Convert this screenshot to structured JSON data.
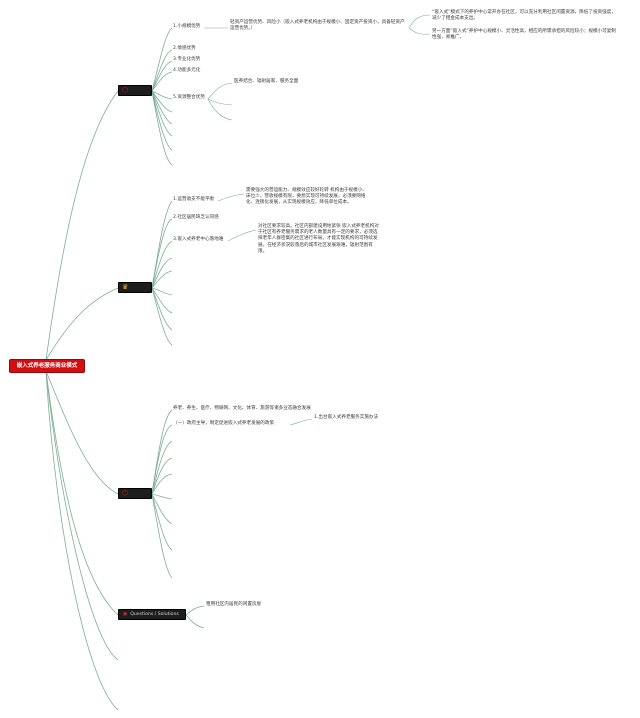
{
  "root": {
    "label": "嵌入式养老服务商业模式"
  },
  "branches": [
    {
      "label": "",
      "icon": "warning-icon"
    },
    {
      "label": "",
      "icon": "trophy-icon"
    },
    {
      "label": "",
      "icon": "alert-icon"
    },
    {
      "label": "Questions / Solutions",
      "icon": "star-icon"
    }
  ],
  "b1": {
    "items": [
      "1.小规模优势",
      "2.情感优势",
      "3.专业化优势",
      "4.功能多元化",
      "5.资源整合优势"
    ],
    "item1_note": "轻资产运营优势、风险小（嵌入式养老机构由于规模小、固定资产投资小，具备轻资产运营优势。）",
    "item1_detail_a": "“嵌入式”模式下的养护中心常开办在社区，可以充分利用社区闲置资源，降低了投资强度，减少了租金成本支出。",
    "item1_detail_b": "另一方面“嵌入式”养护中心规模小、灵活性高，相应的所需承担的风险较小；规模小可复制性强，易推广。",
    "item5_note": "医养结合、辐射居家、服务全面"
  },
  "b2": {
    "items": [
      "1.运营收支不能平衡",
      "2.社区居民缺乏认同感",
      "3.嵌入式养老中心落地难"
    ],
    "item1_note": "需要强大的营运能力、规模效应较好轮转 机构由于规模小、床位少，营收规模有限，要想实现可持续发展，必须要网络化、连锁化发展，从实现规模效应，降低单位成本。",
    "item3_note": "对社区要求较高。社区内部建设用地紧张 嵌入式养老机构对于社区有养老服务需求的老人数量具有一定的要求，必须选择老年人群密集的社区进行布局，才能实现机构的可持续发展。在经济状况较落后的城市社区发展艰难，辐射范围有限。"
  },
  "b3": {
    "item1": "养老、养生、医疗、物联网、文化、体育、旅游等诸多业态融合发展",
    "item2": "（一）政府主导，制定促进嵌入式养老发展的政策",
    "item2_note": "1.出台嵌入式养老服务实施办法"
  },
  "b4": {
    "item1": "租用社区内居民的闲置房屋"
  }
}
